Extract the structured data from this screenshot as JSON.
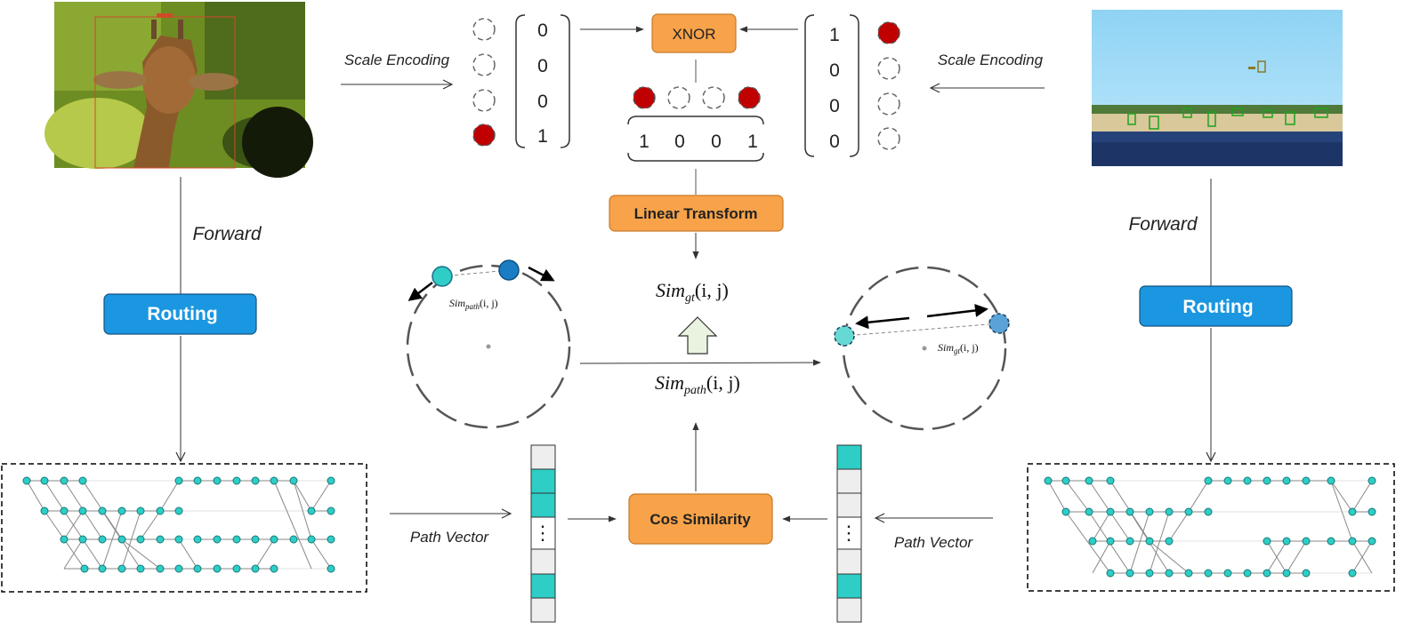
{
  "labels": {
    "scale_encoding_left": "Scale Encoding",
    "scale_encoding_right": "Scale Encoding",
    "forward_left": "Forward",
    "forward_right": "Forward",
    "routing_left": "Routing",
    "routing_right": "Routing",
    "path_vector_left": "Path Vector",
    "path_vector_right": "Path Vector",
    "xnor": "XNOR",
    "linear_transform": "Linear Transform",
    "cos_similarity": "Cos Similarity",
    "sim_gt_main": "Sim",
    "sim_gt_main_sub": "gt",
    "sim_gt_main_args": "(i, j)",
    "sim_path_main": "Sim",
    "sim_path_main_sub": "path",
    "sim_path_main_args": "(i, j)",
    "sim_path_small": "Sim",
    "sim_path_small_sub": "path",
    "sim_path_small_args": "(i, j)",
    "sim_gt_small": "Sim",
    "sim_gt_small_sub": "gt",
    "sim_gt_small_args": "(i, j)"
  },
  "vectors": {
    "left_scale": [
      "0",
      "0",
      "0",
      "1"
    ],
    "right_scale": [
      "1",
      "0",
      "0",
      "0"
    ],
    "xnor_result": [
      "1",
      "0",
      "0",
      "1"
    ],
    "vertical_dots": "⋮"
  },
  "colors": {
    "orange": "#F8A34A",
    "orange_border": "#C67A2A",
    "blue": "#1B96E0",
    "teal": "#2ECDC6",
    "red": "#C00000",
    "dark_blue_node": "#1A7DC4"
  }
}
